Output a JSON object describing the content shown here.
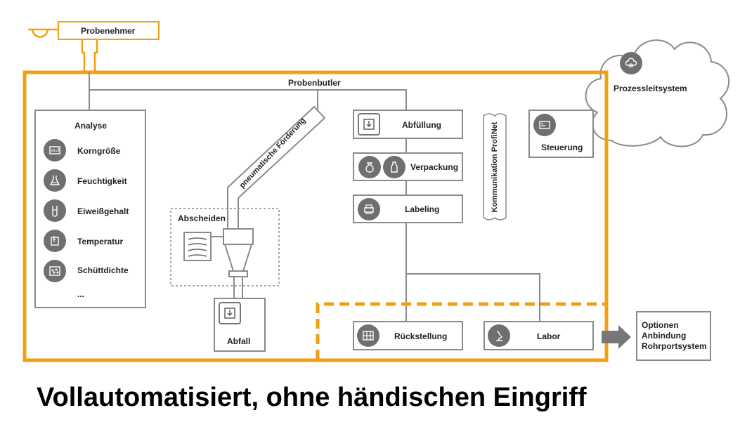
{
  "sampler": "Probenehmer",
  "butler": "Probenbutler",
  "cloud": "Prozessleitsystem",
  "analysis": {
    "title": "Analyse",
    "items": [
      "Korngröße",
      "Feuchtigkeit",
      "Eiweißgehalt",
      "Temperatur",
      "Schüttdichte"
    ],
    "more": "..."
  },
  "pneumatic": "pneumatische Förderung",
  "separate": "Abscheiden",
  "waste": "Abfall",
  "process": {
    "filling": "Abfüllung",
    "packaging": "Verpackung",
    "labeling": "Labeling"
  },
  "communication": "Kommunikation ProfiNet",
  "control": "Steuerung",
  "retention": "Rückstellung",
  "lab": "Labor",
  "options": [
    "Optionen",
    "Anbindung",
    "Rohrportsystem"
  ],
  "caption": "Vollautomatisiert, ohne händischen Eingriff",
  "colors": {
    "accent": "#f0a010",
    "line": "#8a8a8a",
    "icon": "#6f6f6f"
  }
}
